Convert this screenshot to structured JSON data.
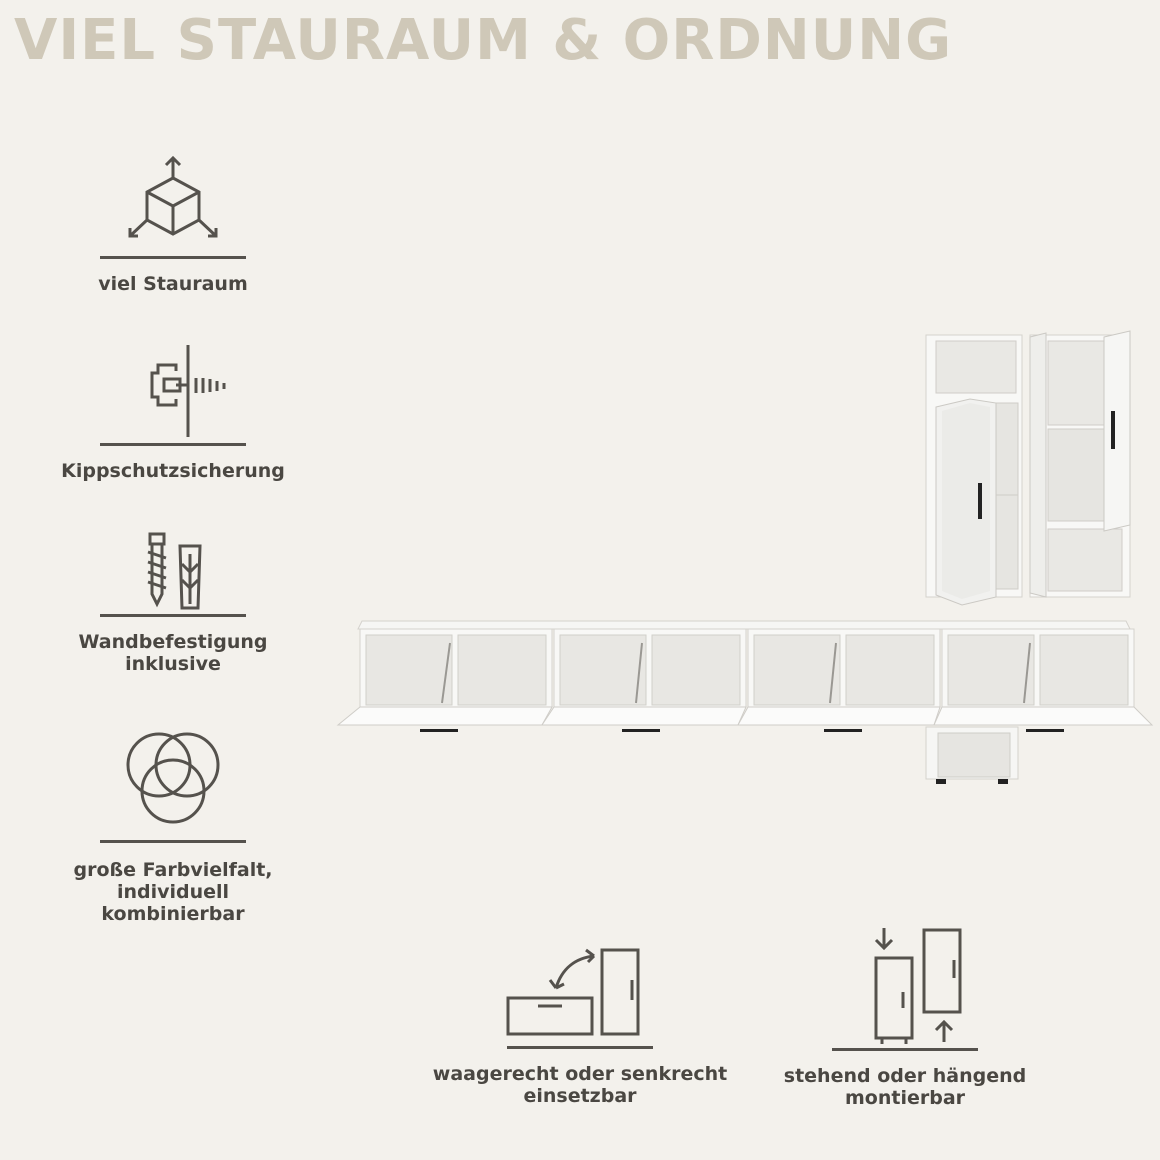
{
  "header": {
    "title": "VIEL STAURAUM & ORDNUNG"
  },
  "features": [
    {
      "icon": "storage-cube-icon",
      "label": "viel Stauraum"
    },
    {
      "icon": "wall-anchor-screw-icon",
      "label": "Kippschutzsicherung"
    },
    {
      "icon": "screw-dowel-icon",
      "label": "Wandbefestigung\ninklusive"
    },
    {
      "icon": "color-circles-icon",
      "label": "große Farbvielfalt,\nindividuell kombinierbar"
    }
  ],
  "bottom_features": [
    {
      "icon": "horizontal-vertical-icon",
      "label": "waagerecht oder senkrecht\neinsetzbar"
    },
    {
      "icon": "standing-hanging-icon",
      "label": "stehend oder hängend\nmontierbar"
    }
  ],
  "colors": {
    "background": "#f3f1ec",
    "title": "#cfc8b8",
    "icon": "#55524d",
    "text": "#4a4742"
  }
}
